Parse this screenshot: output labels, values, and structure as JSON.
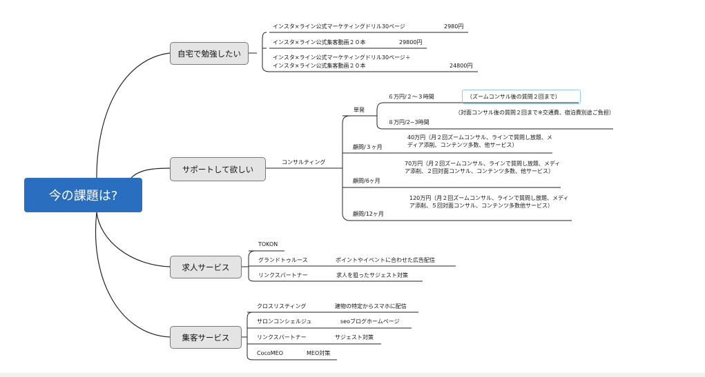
{
  "root": {
    "label": "今の課題は?"
  },
  "branches": {
    "home_study": {
      "label": "自宅で勉強したい"
    },
    "support": {
      "label": "サポートして欲しい"
    },
    "recruit": {
      "label": "求人サービス"
    },
    "marketing": {
      "label": "集客サービス"
    }
  },
  "home_study_items": [
    {
      "name": "インスタ×ライン公式マーケティングドリル30ページ",
      "price": "2980円"
    },
    {
      "name": "インスタ×ライン公式集客動画２０本",
      "price": "29800円"
    },
    {
      "name_line1": "インスタ×ライン公式マーケティングドリル30ページ＋",
      "name_line2": "インスタ×ライン公式集客動画２０本",
      "price": "24800円"
    }
  ],
  "consulting": {
    "label": "コンサルティング",
    "single": {
      "label": "単発",
      "option1": {
        "price": "６万円/２～３時間",
        "note": "（ズームコンサル後の質問２回まで）"
      },
      "option2": {
        "price": "８万円/2~3時間",
        "note": "（対面コンサル後の質問２回まで※交通費、宿泊費別途ご負担）"
      }
    },
    "advisor": [
      {
        "term": "顧問/３ヶ月",
        "desc": "40万円（月２回ズームコンサル、ラインで質問し放題、メディア添削、コンテンツ多数、他サービス）"
      },
      {
        "term": "顧問/6ヶ月",
        "desc": "70万円（月２回ズームコンサル、ラインで質問し放題、メディア添削、２回対面コンサル、コンテンツ多数、他サービス）"
      },
      {
        "term": "顧問/12ヶ月",
        "desc": "120万円（月２回ズームコンサル、ラインで質問し放題、メディア添削、５回対面コンサル、コンテンツ多数他サービス）"
      }
    ]
  },
  "recruit_items": [
    {
      "name": "TOKON",
      "desc": ""
    },
    {
      "name": "グランドトゥルース",
      "desc": "ポイントやイベントに合わせた広告配信"
    },
    {
      "name": "リンクスパートナー",
      "desc": "求人を狙ったサジェスト対策"
    }
  ],
  "marketing_items": [
    {
      "name": "クロスリスティング",
      "desc": "建物の特定からスマホに配信"
    },
    {
      "name": "サロンコンシェルジュ",
      "desc": "seoブログホームページ"
    },
    {
      "name": "リンクスパートナー",
      "desc": "サジェスト対策"
    },
    {
      "name": "CocoMEO",
      "desc": "MEO対策"
    }
  ],
  "colors": {
    "root_fill": "#2a6fbf",
    "node_fill": "#e4e4e4",
    "selection": "#8ccdee"
  }
}
